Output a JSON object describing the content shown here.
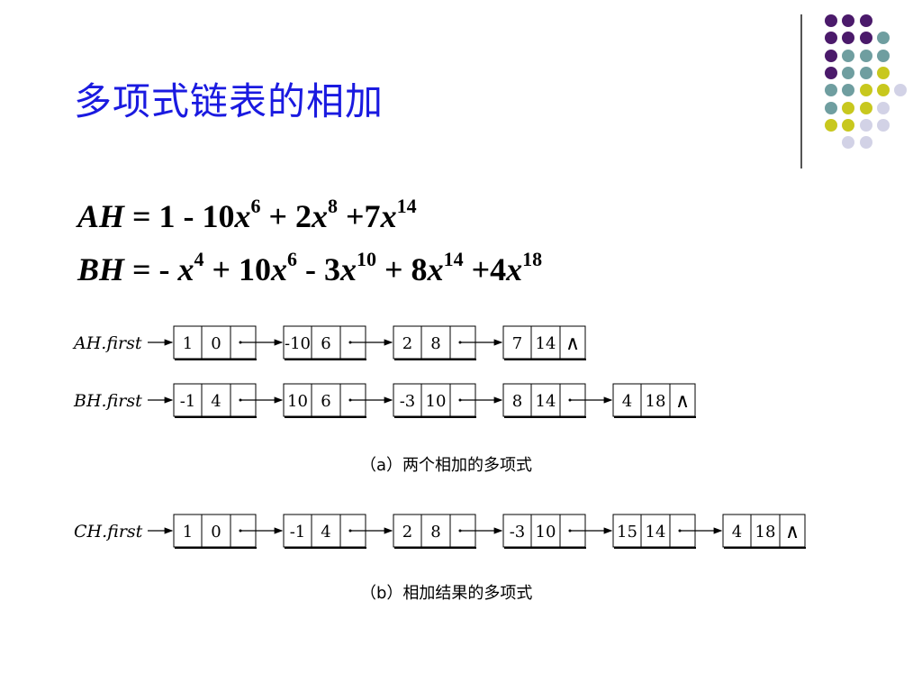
{
  "title": "多项式链表的相加",
  "formula_ah": {
    "name": "AH",
    "terms": [
      {
        "pre": "= 1 - 10",
        "var": "x",
        "exp": "6"
      },
      {
        "pre": " + 2",
        "var": "x",
        "exp": "8"
      },
      {
        "pre": " +7",
        "var": "x",
        "exp": "14"
      }
    ]
  },
  "formula_bh": {
    "name": "BH",
    "terms": [
      {
        "pre": "= - ",
        "var": "x",
        "exp": "4"
      },
      {
        "pre": " + 10",
        "var": "x",
        "exp": "6"
      },
      {
        "pre": " - 3",
        "var": "x",
        "exp": "10"
      },
      {
        "pre": " + 8",
        "var": "x",
        "exp": "14"
      },
      {
        "pre": " +4",
        "var": "x",
        "exp": "18"
      }
    ]
  },
  "lists": [
    {
      "label": "AH.first",
      "nodes": [
        [
          "1",
          "0"
        ],
        [
          "-10",
          "6"
        ],
        [
          "2",
          "8"
        ],
        [
          "7",
          "14"
        ]
      ]
    },
    {
      "label": "BH.first",
      "nodes": [
        [
          "-1",
          "4"
        ],
        [
          "10",
          "6"
        ],
        [
          "-3",
          "10"
        ],
        [
          "8",
          "14"
        ],
        [
          "4",
          "18"
        ]
      ]
    },
    {
      "label": "CH.first",
      "nodes": [
        [
          "1",
          "0"
        ],
        [
          "-1",
          "4"
        ],
        [
          "2",
          "8"
        ],
        [
          "-3",
          "10"
        ],
        [
          "15",
          "14"
        ],
        [
          "4",
          "18"
        ]
      ]
    }
  ],
  "null_symbol": "∧",
  "caption_a": "（a）两个相加的多项式",
  "caption_b": "（b）相加结果的多项式",
  "colors": {
    "title": "#1a1ae0",
    "dot_purple": "#4b1a6b",
    "dot_teal": "#6f9ea0",
    "dot_yellow": "#c8c81e",
    "dot_lavender": "#d2d2e6"
  },
  "decor_dots": [
    [
      "dot_purple",
      "dot_purple",
      "dot_purple"
    ],
    [
      "dot_purple",
      "dot_purple",
      "dot_purple",
      "dot_teal"
    ],
    [
      "dot_purple",
      "dot_teal",
      "dot_teal",
      "dot_teal"
    ],
    [
      "dot_purple",
      "dot_teal",
      "dot_teal",
      "dot_yellow"
    ],
    [
      "dot_teal",
      "dot_teal",
      "dot_yellow",
      "dot_yellow",
      "dot_lavender"
    ],
    [
      "dot_teal",
      "dot_yellow",
      "dot_yellow",
      "dot_lavender"
    ],
    [
      "dot_yellow",
      "dot_yellow",
      "dot_lavender",
      "dot_lavender"
    ],
    [
      "dot_lavender",
      "dot_lavender"
    ]
  ]
}
